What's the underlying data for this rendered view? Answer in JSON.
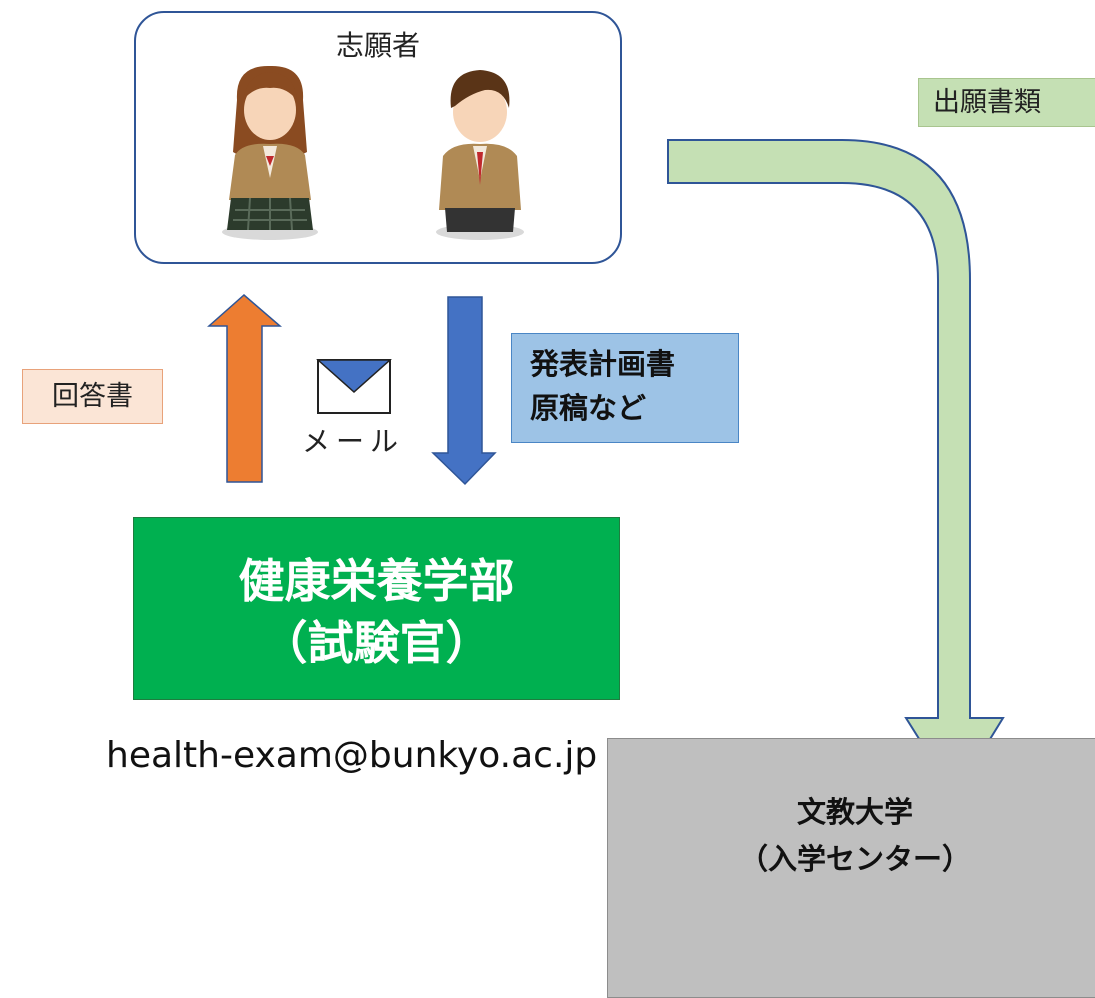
{
  "applicant": {
    "title": "志願者"
  },
  "labels": {
    "application_docs": "出願書類",
    "answer_sheet": "回答書",
    "plan_line1": "発表計画書",
    "plan_line2": "原稿など",
    "mail_caption": "メール"
  },
  "faculty": {
    "line1": "健康栄養学部",
    "line2": "（試験官）"
  },
  "email": "health-exam@bunkyo.ac.jp",
  "university": {
    "line1": "文教大学",
    "line2": "（入学センター）"
  },
  "colors": {
    "applicant_border": "#2F5597",
    "up_arrow": "#ED7D31",
    "down_arrow": "#4472C4",
    "flow_arrow": "#C5E0B4",
    "faculty_fill": "#00B050",
    "university_fill": "#BFBFBF"
  }
}
